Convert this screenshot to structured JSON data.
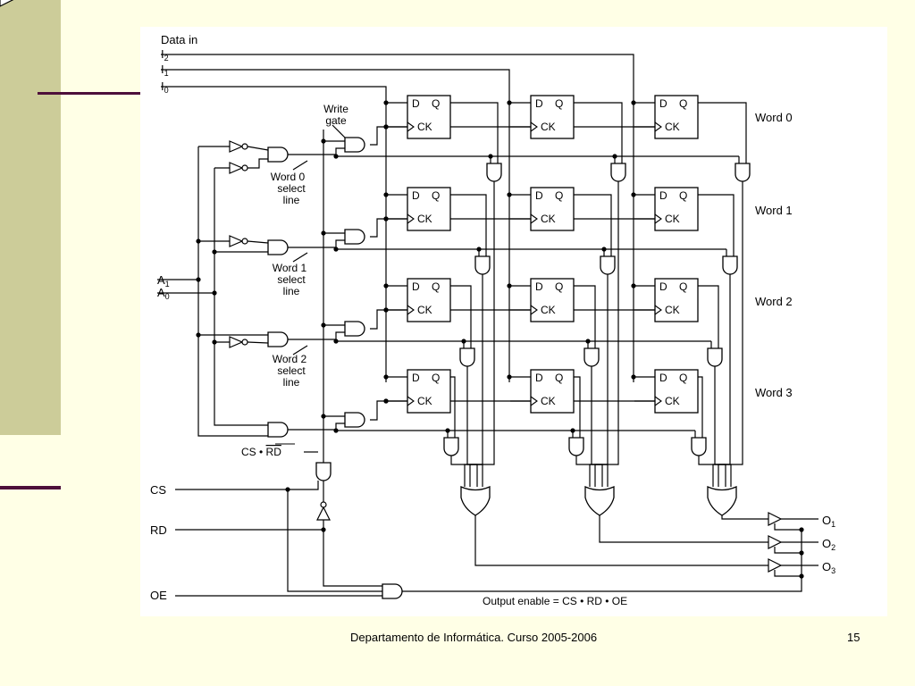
{
  "slide": {
    "footer_text": "Departamento de Informática. Curso 2005-2006",
    "page_number": "15"
  },
  "diagram": {
    "data_in": "Data in",
    "inputs": [
      "I",
      "I",
      "I"
    ],
    "input_subscripts": [
      "2",
      "1",
      "0"
    ],
    "write_gate": [
      "Write",
      "gate"
    ],
    "word_labels": [
      "Word 0",
      "Word 1",
      "Word 2",
      "Word 3"
    ],
    "select_lines": [
      [
        "Word 0",
        "select",
        "line"
      ],
      [
        "Word 1",
        "select",
        "line"
      ],
      [
        "Word 2",
        "select",
        "line"
      ]
    ],
    "address_labels": [
      "A",
      "A"
    ],
    "address_subscripts": [
      "1",
      "0"
    ],
    "ff_d": "D",
    "ff_q": "Q",
    "ff_ck": "CK",
    "cs_rd_prefix": "CS • ",
    "cs_rd_bar": "RD",
    "cs_label": "CS",
    "rd_label": "RD",
    "oe_label": "OE",
    "outputs": [
      "O",
      "O",
      "O"
    ],
    "output_subscripts": [
      "1",
      "2",
      "3"
    ],
    "output_enable": "Output enable = CS • RD • OE"
  }
}
